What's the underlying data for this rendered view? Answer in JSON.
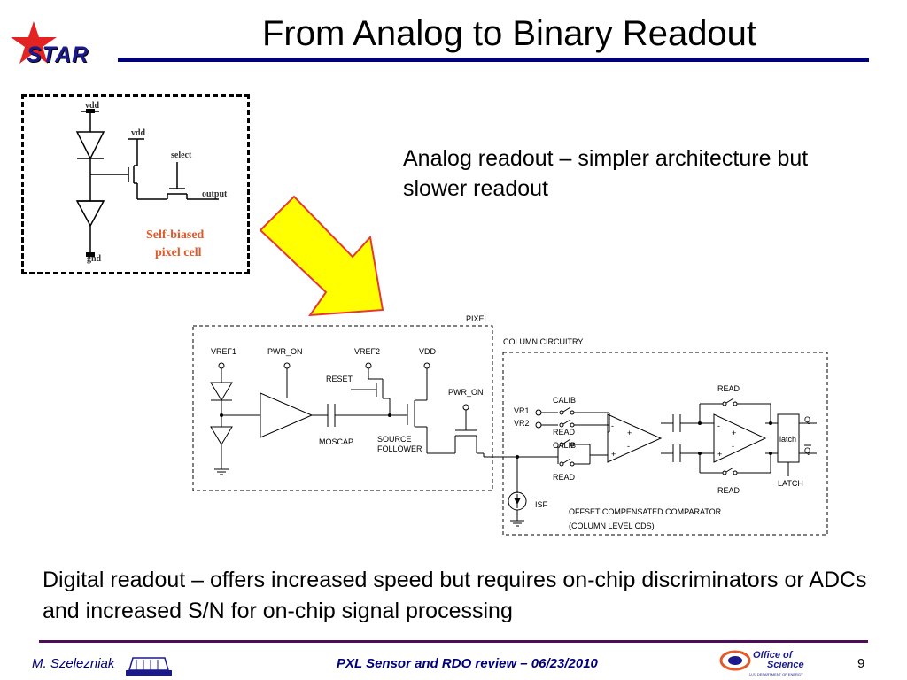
{
  "title": "From Analog to Binary Readout",
  "logo_text": "STAR",
  "inset": {
    "vdd_top": "vdd",
    "vdd_mid": "vdd",
    "select": "select",
    "output": "output",
    "gnd": "gnd",
    "caption_line1": "Self-biased",
    "caption_line2": "pixel cell"
  },
  "analog_text": "Analog readout – simpler architecture but slower readout",
  "schematic": {
    "pixel": "PIXEL",
    "column_circuitry": "COLUMN CIRCUITRY",
    "vref1": "VREF1",
    "pwr_on": "PWR_ON",
    "vref2": "VREF2",
    "vdd": "VDD",
    "reset": "RESET",
    "pwr_on_2": "PWR_ON",
    "moscap": "MOSCAP",
    "source": "SOURCE",
    "follower": "FOLLOWER",
    "calib_1": "CALIB",
    "read_1": "READ",
    "calib_2": "CALIB",
    "read_2": "READ",
    "vr1": "VR1",
    "vr2": "VR2",
    "read_top": "READ",
    "read_bottom": "READ",
    "q": "Q",
    "q_bar": "Q",
    "latch_box": "latch",
    "latch": "LATCH",
    "isf": "ISF",
    "offset_comp": "OFFSET COMPENSATED COMPARATOR",
    "column_cds": "(COLUMN LEVEL CDS)",
    "amp_minus": "-",
    "amp_plus": "+"
  },
  "digital_text": "Digital readout – offers increased speed but requires on-chip discriminators or ADCs and increased S/N for on-chip signal processing",
  "footer": {
    "author": "M. Szelezniak",
    "center": "PXL Sensor and RDO review – 06/23/2010",
    "page": "9",
    "doe_line1": "Office of",
    "doe_line2": "Science",
    "doe_line3": "U.S. DEPARTMENT OF ENERGY"
  },
  "colors": {
    "title_rule": "#00007a",
    "bottom_rule": "#4b0f5a",
    "arrow_fill": "#ffff00",
    "arrow_stroke": "#e53935",
    "caption": "#e05a2a",
    "footer_text": "#00007a",
    "star_red": "#e32222"
  }
}
